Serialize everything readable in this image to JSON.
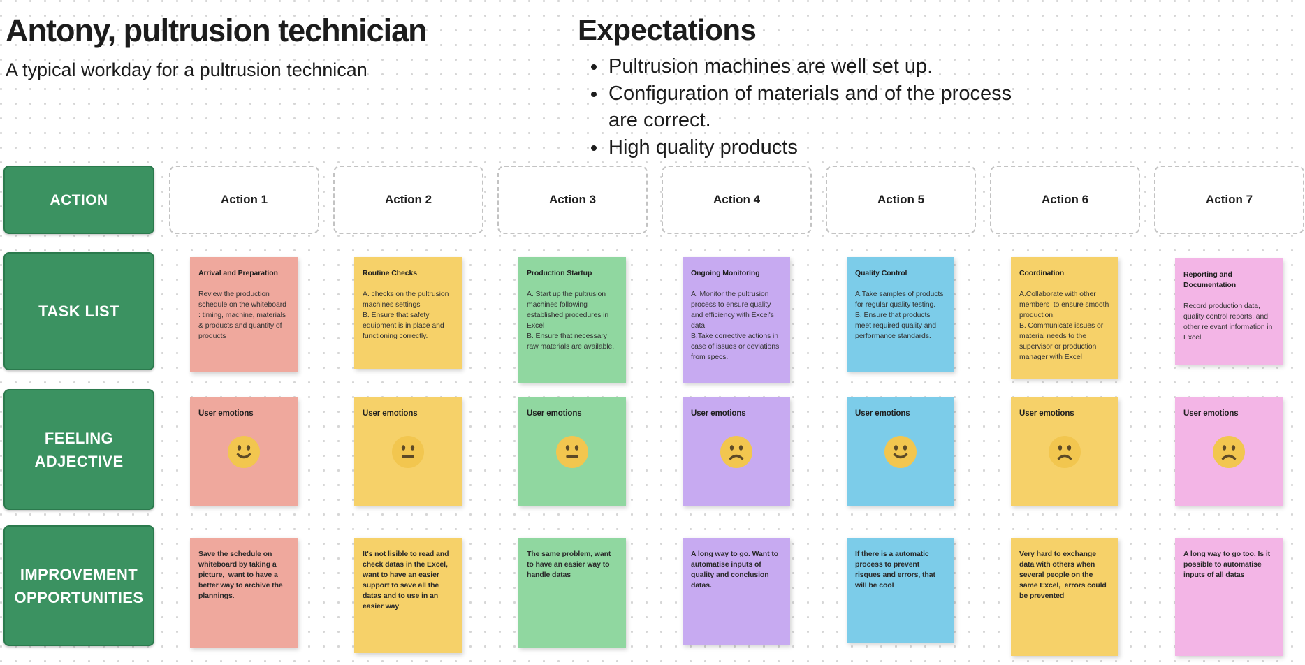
{
  "persona": {
    "title": "Antony, pultrusion technician",
    "subtitle": "A typical workday for a pultrusion technican"
  },
  "expectations": {
    "heading": "Expectations",
    "items": [
      "Pultrusion machines are well set up.",
      "Configuration of materials and of the process are correct.",
      "High quality products"
    ]
  },
  "row_headers": {
    "action": "ACTION",
    "task_list": "TASK LIST",
    "feeling": "FEELING\nADJECTIVE",
    "improvement": "IMPROVEMENT\nOPPORTUNITIES"
  },
  "colors": {
    "header_green": "#3B9261",
    "header_green_border": "#2B7A4D",
    "emoji_face": "#F2C64F",
    "emoji_features": "#5D4A26",
    "salmon": "#EFA89D",
    "yellow": "#F6D169",
    "green": "#90D7A0",
    "purple": "#C7AAF1",
    "blue": "#7CCCE9",
    "pink": "#F3B5E6"
  },
  "columns": [
    {
      "action_label": "Action 1",
      "color": "#EFA89D",
      "task": {
        "title": "Arrival and Preparation",
        "body": "Review the production schedule on the whiteboard : timing, machine, materials & products and quantity of products"
      },
      "feeling": {
        "label": "User emotions",
        "emotion": "slightly-smiling"
      },
      "improvement": {
        "text": "Save the schedule on whiteboard by taking a picture,  want to have a better way to archive the plannings."
      }
    },
    {
      "action_label": "Action 2",
      "color": "#F6D169",
      "task": {
        "title": "Routine Checks",
        "body": "A. checks on the pultrusion machines settings\nB. Ensure that safety equipment is in place and functioning correctly."
      },
      "feeling": {
        "label": "User emotions",
        "emotion": "neutral"
      },
      "improvement": {
        "text": "It's not lisible to read and check datas in the Excel, want to have an easier support to save all the datas and to use in an easier way"
      }
    },
    {
      "action_label": "Action 3",
      "color": "#90D7A0",
      "task": {
        "title": "Production Startup",
        "body": "A. Start up the pultrusion machines following established procedures in Excel\nB. Ensure that necessary raw materials are available."
      },
      "feeling": {
        "label": "User emotions",
        "emotion": "neutral"
      },
      "improvement": {
        "text": "The same problem, want to have an easier way to handle datas"
      }
    },
    {
      "action_label": "Action 4",
      "color": "#C7AAF1",
      "task": {
        "title": "Ongoing Monitoring",
        "body": "A. Monitor the pultrusion process to ensure quality and efficiency with Excel's data\nB.Take corrective actions in case of issues or deviations from specs."
      },
      "feeling": {
        "label": "User emotions",
        "emotion": "sad"
      },
      "improvement": {
        "text": "A long way to go. Want to automatise inputs of quality and conclusion datas."
      }
    },
    {
      "action_label": "Action 5",
      "color": "#7CCCE9",
      "task": {
        "title": "Quality Control",
        "body": "A.Take samples of products for regular quality testing.\nB. Ensure that products meet required quality and performance standards."
      },
      "feeling": {
        "label": "User emotions",
        "emotion": "slightly-smiling"
      },
      "improvement": {
        "text": "If there is a automatic process to prevent risques and errors, that will be cool"
      }
    },
    {
      "action_label": "Action 6",
      "color": "#F6D169",
      "task": {
        "title": "Coordination",
        "body": "A.Collaborate with other members  to ensure smooth production.\nB. Communicate issues or material needs to the supervisor or production manager with Excel"
      },
      "feeling": {
        "label": "User emotions",
        "emotion": "sad"
      },
      "improvement": {
        "text": "Very hard to exchange data with others when several people on the same Excel,  errors could be prevented"
      }
    },
    {
      "action_label": "Action 7",
      "color": "#F3B5E6",
      "task": {
        "title": "Reporting and Documentation",
        "body": "Record production data, quality control reports, and other relevant information in Excel"
      },
      "feeling": {
        "label": "User emotions",
        "emotion": "sad"
      },
      "improvement": {
        "text": "A long way to go too. Is it possible to automatise inputs of all datas"
      }
    }
  ]
}
